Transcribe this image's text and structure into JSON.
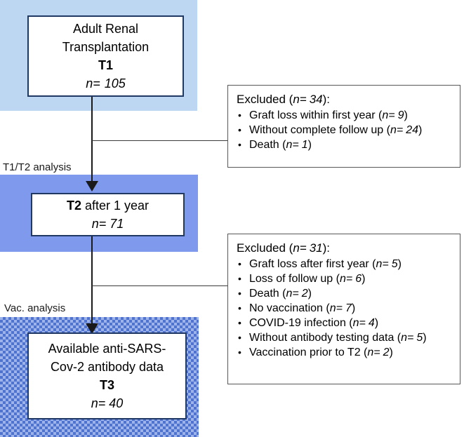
{
  "phases": {
    "t1t2_label": "T1/T2 analysis",
    "vac_label": "Vac. analysis"
  },
  "colors": {
    "panel_t1": "#bdd7f2",
    "panel_t2": "#7f9aec",
    "panel_t3_light": "#9db4ea",
    "panel_t3_dark": "#4f73cf",
    "box_border": "#1f3864",
    "excl_border": "#575757",
    "connector": "#1a1a1a"
  },
  "boxes": {
    "t1": {
      "line1": "Adult Renal",
      "line2": "Transplantation",
      "timepoint": "T1",
      "n_label": "n=",
      "n_value": "105"
    },
    "t2": {
      "timepoint": "T2",
      "line1_rest": " after 1 year",
      "n_label": "n=",
      "n_value": "71"
    },
    "t3": {
      "line1": "Available anti-SARS-",
      "line2": "Cov-2 antibody data",
      "timepoint": "T3",
      "n_label": "n=",
      "n_value": "40"
    }
  },
  "exclusions": [
    {
      "title_prefix": "Excluded (",
      "title_n_label": "n=",
      "title_n_value": "34",
      "title_suffix": "):",
      "items": [
        {
          "text": "Graft loss within first year (",
          "n_label": "n=",
          "n_value": "9",
          "close": ")"
        },
        {
          "text": "Without complete follow up (",
          "n_label": "n=",
          "n_value": "24",
          "close": ")"
        },
        {
          "text": "Death (",
          "n_label": "n=",
          "n_value": "1",
          "close": ")"
        }
      ]
    },
    {
      "title_prefix": "Excluded (",
      "title_n_label": "n=",
      "title_n_value": "31",
      "title_suffix": "):",
      "items": [
        {
          "text": "Graft loss after first year (",
          "n_label": "n=",
          "n_value": "5",
          "close": ")"
        },
        {
          "text": "Loss of follow up (",
          "n_label": "n=",
          "n_value": "6",
          "close": ")"
        },
        {
          "text": "Death (",
          "n_label": "n=",
          "n_value": "2",
          "close": ")"
        },
        {
          "text": "No vaccination (",
          "n_label": "n=",
          "n_value": "7",
          "close": ")"
        },
        {
          "text": "COVID-19 infection (",
          "n_label": "n=",
          "n_value": "4",
          "close": ")"
        },
        {
          "text": "Without antibody testing data (",
          "n_label": "n=",
          "n_value": "5",
          "close": ")"
        },
        {
          "text": "Vaccination prior to T2 (",
          "n_label": "n=",
          "n_value": "2",
          "close": ")"
        }
      ]
    }
  ]
}
